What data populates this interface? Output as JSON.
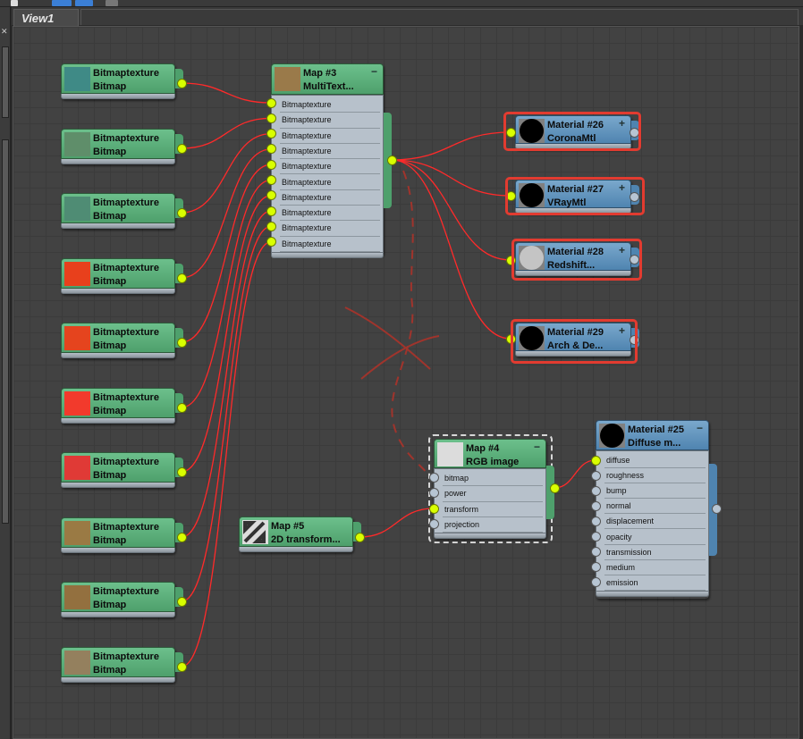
{
  "view_tab": "View1",
  "colors": {
    "wire": "#ff2a2a",
    "socket_active": "#d9ff00",
    "highlight": "#e23b30",
    "map_header": "#5aae78",
    "material_header": "#5f90b8"
  },
  "bitmaps": [
    {
      "title": "Bitmaptexture",
      "type": "Bitmap",
      "swatch": "#3f8a86"
    },
    {
      "title": "Bitmaptexture",
      "type": "Bitmap",
      "swatch": "#5f8e6a"
    },
    {
      "title": "Bitmaptexture",
      "type": "Bitmap",
      "swatch": "#4f8c74"
    },
    {
      "title": "Bitmaptexture",
      "type": "Bitmap",
      "swatch": "#e8401c"
    },
    {
      "title": "Bitmaptexture",
      "type": "Bitmap",
      "swatch": "#e5441e"
    },
    {
      "title": "Bitmaptexture",
      "type": "Bitmap",
      "swatch": "#f23a2c"
    },
    {
      "title": "Bitmaptexture",
      "type": "Bitmap",
      "swatch": "#e03a36"
    },
    {
      "title": "Bitmaptexture",
      "type": "Bitmap",
      "swatch": "#9a7a44"
    },
    {
      "title": "Bitmaptexture",
      "type": "Bitmap",
      "swatch": "#93703f"
    },
    {
      "title": "Bitmaptexture",
      "type": "Bitmap",
      "swatch": "#94805e"
    }
  ],
  "multitex": {
    "title": "Map #3",
    "type": "MultiText...",
    "collapse": "−",
    "inputs": [
      "Bitmaptexture",
      "Bitmaptexture",
      "Bitmaptexture",
      "Bitmaptexture",
      "Bitmaptexture",
      "Bitmaptexture",
      "Bitmaptexture",
      "Bitmaptexture",
      "Bitmaptexture",
      "Bitmaptexture"
    ]
  },
  "materials": [
    {
      "title": "Material #26",
      "type": "CoronaMtl",
      "expand": "+",
      "swatch": "#000000"
    },
    {
      "title": "Material #27",
      "type": "VRayMtl",
      "expand": "+",
      "swatch": "#000000"
    },
    {
      "title": "Material #28",
      "type": "Redshift...",
      "expand": "+",
      "swatch": "#c4c4c4"
    },
    {
      "title": "Material #29",
      "type": "Arch & De...",
      "expand": "+",
      "swatch": "#000000"
    }
  ],
  "rgb_map": {
    "title": "Map #4",
    "type": "RGB image",
    "collapse": "−",
    "inputs": [
      "bitmap",
      "power",
      "transform",
      "projection"
    ]
  },
  "transform_map": {
    "title": "Map #5",
    "type": "2D transform..."
  },
  "diffuse_mtl": {
    "title": "Material #25",
    "type": "Diffuse m...",
    "collapse": "−",
    "inputs": [
      "diffuse",
      "roughness",
      "bump",
      "normal",
      "displacement",
      "opacity",
      "transmission",
      "medium",
      "emission"
    ]
  }
}
